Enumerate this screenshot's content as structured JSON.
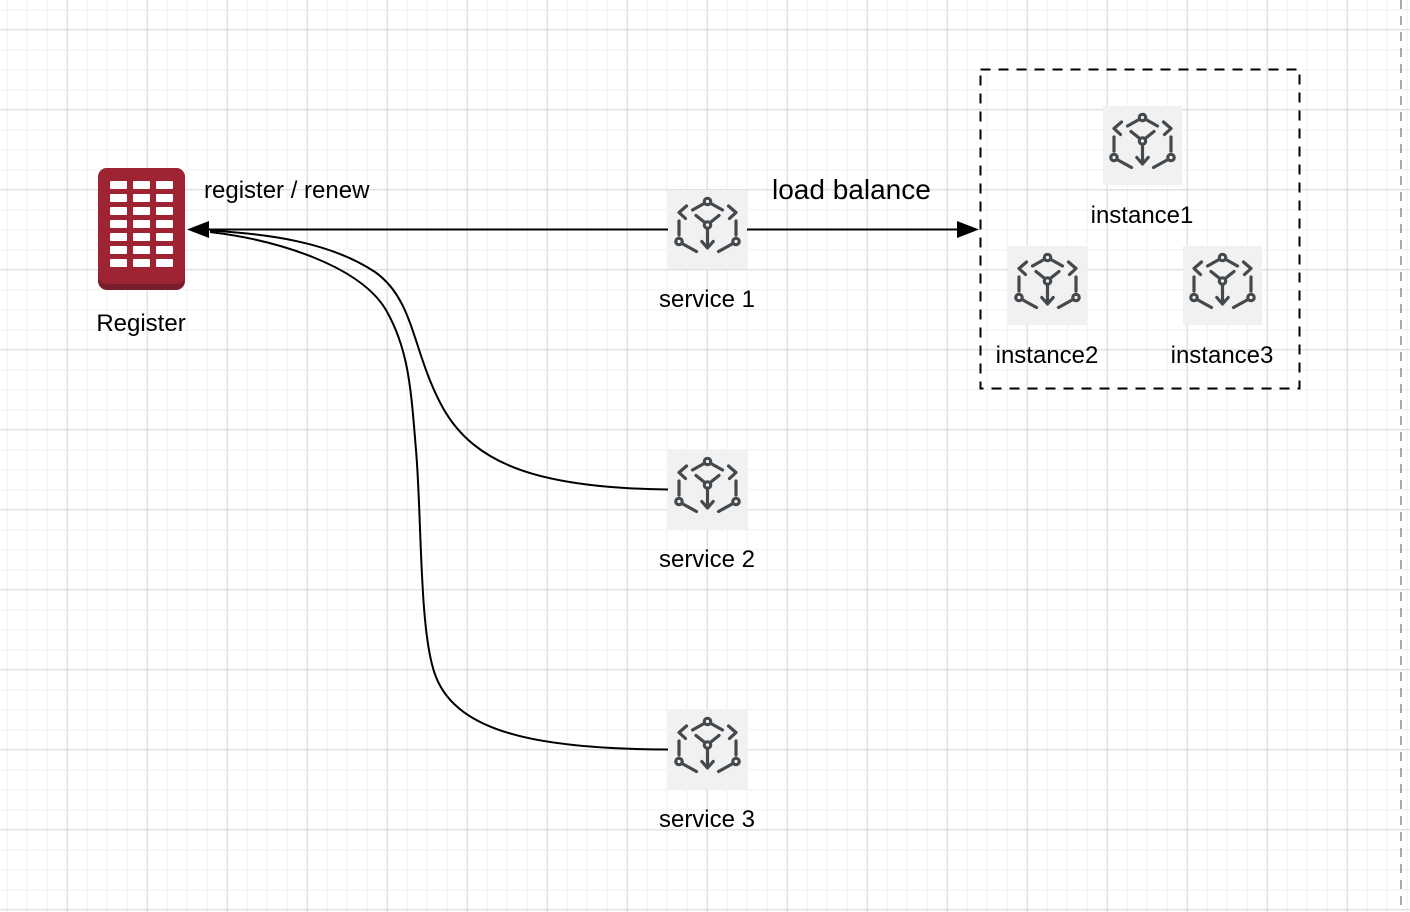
{
  "diagram_type": "service-registry-architecture",
  "nodes": {
    "register": {
      "label": "Register",
      "icon": "registry-building-icon"
    },
    "service1": {
      "label": "service 1",
      "icon": "cube-icon"
    },
    "service2": {
      "label": "service 2",
      "icon": "cube-icon"
    },
    "service3": {
      "label": "service 3",
      "icon": "cube-icon"
    },
    "instance1": {
      "label": "instance1",
      "icon": "cube-icon"
    },
    "instance2": {
      "label": "instance2",
      "icon": "cube-icon"
    },
    "instance3": {
      "label": "instance3",
      "icon": "cube-icon"
    }
  },
  "groups": {
    "instances_box": {
      "style": "dashed",
      "contains": [
        "instance1",
        "instance2",
        "instance3"
      ]
    }
  },
  "edges": {
    "register_renew": {
      "label": "register / renew",
      "from": "service1",
      "to": "register",
      "arrow": "left"
    },
    "load_balance": {
      "label": "load balance",
      "from": "service1",
      "to": "instances_box",
      "arrow": "right"
    },
    "service2_register": {
      "label": "",
      "from": "service2",
      "to": "register",
      "style": "curved"
    },
    "service3_register": {
      "label": "",
      "from": "service3",
      "to": "register",
      "style": "curved"
    }
  },
  "colors": {
    "register_fill": "#9e2434",
    "register_shadow": "#791f2b",
    "register_bars": "#ffffff",
    "cube_stroke": "#44494e",
    "icon_background": "#f1f1f1",
    "edge_stroke": "#000000",
    "label_text": "#000000",
    "grid_minor": "#f0f0f0",
    "grid_major": "#d7d7d7",
    "page_divider": "#a9a9a9"
  }
}
